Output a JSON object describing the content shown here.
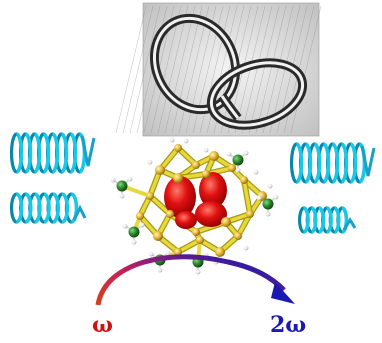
{
  "labels": {
    "input_frequency": "ω",
    "output_frequency": "2ω"
  },
  "colors": {
    "input_label": "#d01010",
    "output_label": "#1a1ab0",
    "coil": "#18c8e8",
    "coil_dark": "#0a86a8",
    "coil_arrow": "#18a0c8",
    "arrow_start": "#d8401a",
    "arrow_mid": "#c02060",
    "arrow_end": "#1a1ab0",
    "bond": "#e8d840",
    "bond_dark": "#a89a10",
    "atom_gold": "#e8b830",
    "atom_red": "#e01010",
    "atom_green": "#2a8a2a",
    "atom_white": "#f4f4f4"
  },
  "icons": {
    "rings": "interlocked-rings-sketch",
    "molecule": "molecular-cluster",
    "input_waves": "helical-light-wave",
    "output_waves": "helical-light-wave",
    "conversion": "curved-frequency-arrow"
  }
}
